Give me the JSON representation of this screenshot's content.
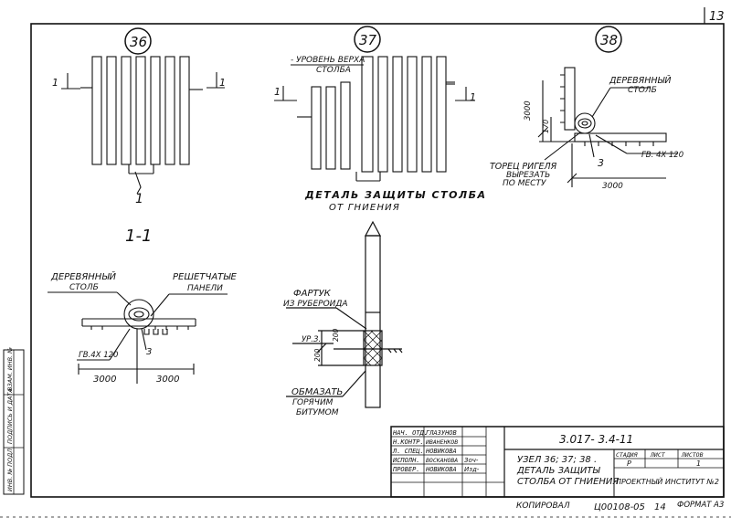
{
  "sheet": {
    "number": "13",
    "code": "3.017- 3.4-11",
    "copied": "КОПИРОВАЛ",
    "inventory": "Ц00108-05",
    "inventory_suffix": "14",
    "format": "ФОРМАТ А3"
  },
  "callouts": {
    "c36": "36",
    "c37": "37",
    "c38": "38"
  },
  "detail36": {
    "section_left": "1",
    "section_right": "1",
    "ref": "1"
  },
  "detail37": {
    "level_top_line1": "- УРОВЕНЬ ВЕРХА",
    "level_top_line2": "СТОЛБА",
    "section_left": "1",
    "section_right": "1",
    "title_line1": "ДЕТАЛЬ ЗАЩИТЫ СТОЛБА",
    "title_line2": "ОТ ГНИЕНИЯ"
  },
  "detail38": {
    "post_line1": "ДЕРЕВЯННЫЙ",
    "post_line2": "СТОЛБ",
    "dim_vertical": "3000",
    "dim_170": "170",
    "end_line1": "ТОРЕЦ РИГЕЛЯ",
    "end_line2": "ВЫРЕЗАТЬ",
    "end_line3": "ПО МЕСТУ",
    "ref": "3",
    "nail": "ГВ. 4Х 120",
    "dim_horizontal": "3000"
  },
  "section11": {
    "title": "1-1",
    "post_line1": "ДЕРЕВЯННЫЙ",
    "post_line2": "СТОЛБ",
    "panels_line1": "РЕШЕТЧАТЫЕ",
    "panels_line2": "ПАНЕЛИ",
    "nail": "ГВ.4Х 120",
    "ref": "3",
    "dim_left": "3000",
    "dim_right": "3000"
  },
  "postdetail": {
    "apron_line1": "ФАРТУК",
    "apron_line2": "ИЗ РУБЕРОИДА",
    "ground": "УР.З.",
    "dim_200a": "200",
    "dim_200b": "200",
    "coat_line1": "ОБМАЗАТЬ",
    "coat_line2": "ГОРЯЧИМ",
    "coat_line3": "БИТУМОМ"
  },
  "titleblock": {
    "roles": [
      "НАЧ. ОТД.",
      "Н.КОНТР.",
      "Л. СПЕЦ.",
      "ИСПОЛН.",
      "ПРОВЕР."
    ],
    "names": [
      "ГЛАЗУНОВ",
      "ИВАНЕНКОВ",
      "НОВИКОВА",
      "ВОСКАНОВА",
      "НОВИКОВА"
    ],
    "signatures": [
      "Зоч-",
      "Изд-"
    ],
    "desc_line1": "УЗЕЛ 36; 37; 38 .",
    "desc_line2": "ДЕТАЛЬ ЗАЩИТЫ",
    "desc_line3": "СТОЛБА ОТ ГНИЕНИЯ",
    "stage_header": "СТАДИЯ",
    "sheet_header": "ЛИСТ",
    "sheets_header": "ЛИСТОВ",
    "stage": "Р",
    "sheet_no": "1",
    "institute": "ПРОЕКТНЫЙ ИНСТИТУТ №2"
  },
  "side_stamp": {
    "cell1": "ВЗАМ. ИНВ. №",
    "cell2": "ПОДПИСЬ И ДАТА",
    "cell3": "ИНВ. № ПОДЛ."
  }
}
